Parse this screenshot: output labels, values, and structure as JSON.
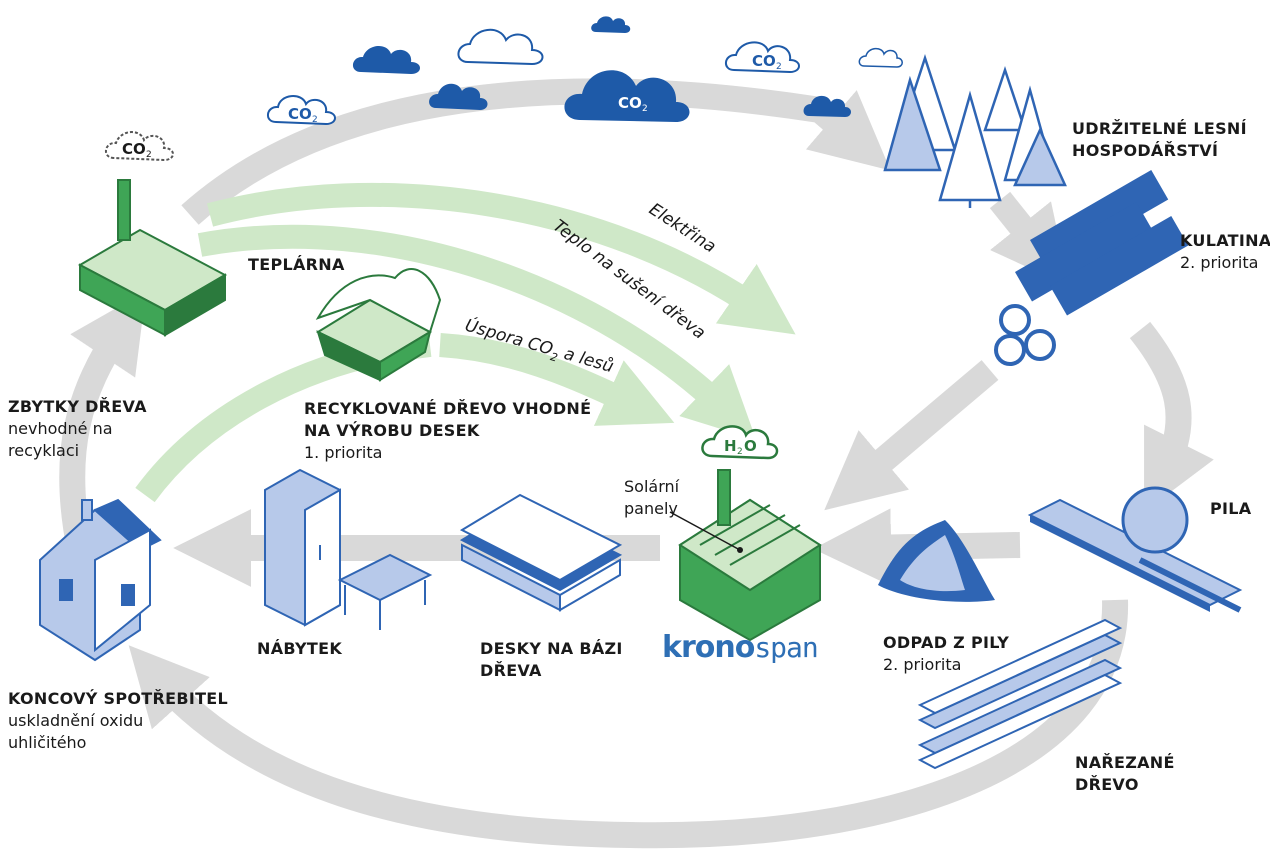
{
  "colors": {
    "cycle_arrow": "#d9d9d9",
    "energy_arrow": "#cfe8c8",
    "green_building": "#3fa556",
    "green_dark": "#2b7a3d",
    "blue_item": "#2f65b4",
    "blue_light": "#b7c9ea",
    "cloud_blue": "#1e5aa8"
  },
  "clouds": {
    "co2_label": "CO",
    "co2_sub": "2"
  },
  "arrows": {
    "electricity": "Elektřina",
    "heat": "Teplo na sušení dřeva",
    "savings_main": "Úspora CO",
    "savings_sub": "2",
    "savings_end": " a lesů"
  },
  "stations": {
    "forest": {
      "title_line1": "UDRŽITELNÉ LESNÍ",
      "title_line2": "HOSPODÁŘSTVÍ",
      "icon": "pine-trees-icon"
    },
    "logs": {
      "title": "KULATINA",
      "sub": "2. priorita",
      "icon": "logs-icon"
    },
    "sawmill": {
      "title": "PILA",
      "icon": "saw-icon"
    },
    "sawn_wood": {
      "title_line1": "NAŘEZANÉ",
      "title_line2": "DŘEVO",
      "icon": "planks-icon"
    },
    "sawdust": {
      "title": "ODPAD Z PILY",
      "sub": "2. priorita",
      "icon": "sawdust-pile-icon"
    },
    "factory": {
      "solar_line1": "Solární",
      "solar_line2": "panely",
      "steam_label": "H",
      "steam_sub": "2",
      "steam_end": "O",
      "logo_bold": "krono",
      "logo_light": "span",
      "icon": "factory-icon"
    },
    "boards": {
      "title_line1": "DESKY NA BÁZI",
      "title_line2": "DŘEVA",
      "icon": "board-stack-icon"
    },
    "furniture": {
      "title": "NÁBYTEK",
      "icon": "furniture-icon"
    },
    "consumer": {
      "title": "KONCOVÝ SPOTŘEBITEL",
      "sub_line1": "uskladnění oxidu",
      "sub_line2": "uhličitého",
      "icon": "house-icon"
    },
    "wood_waste": {
      "title": "ZBYTKY DŘEVA",
      "sub_line1": "nevhodné na",
      "sub_line2": "recyklaci"
    },
    "recycled": {
      "title_line1": "RECYKLOVANÉ DŘEVO VHODNÉ",
      "title_line2": "NA VÝROBU DESEK",
      "sub": "1. priorita",
      "icon": "recycling-skip-icon"
    },
    "heating_plant": {
      "title": "TEPLÁRNA",
      "smoke_label": "CO",
      "smoke_sub": "2",
      "icon": "heating-plant-icon"
    }
  }
}
